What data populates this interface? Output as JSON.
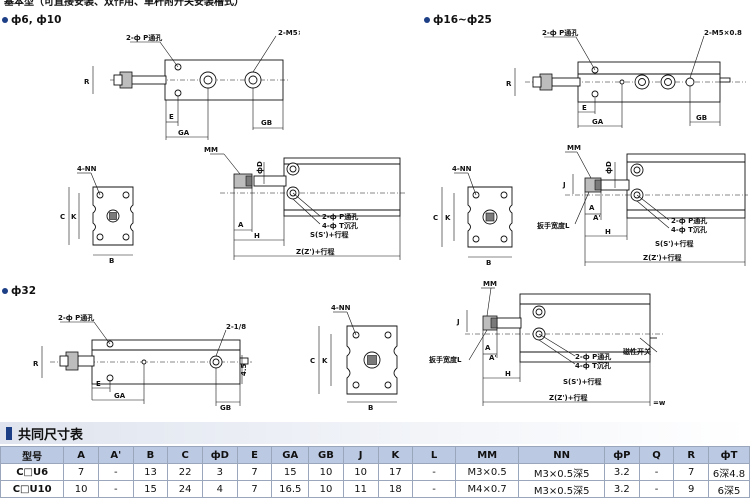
{
  "top_caption": "基本型（可直接安装、双作用、单杆附开关安装槽式）",
  "sections": {
    "s1": "ф6, ф10",
    "s2": "ф16~ф25",
    "s3": "ф32"
  },
  "labels": {
    "p_through_hole": "2-ф P通孔",
    "m5_port": "2-M5×0.8",
    "port_1_8": "2-1/8",
    "r": "R",
    "e": "E",
    "ga": "GA",
    "gb": "GB",
    "mm": "MM",
    "nn": "4-NN",
    "c": "C",
    "k": "K",
    "b": "B",
    "d": "фD",
    "a": "A",
    "a_prime": "A'",
    "h": "H",
    "j": "J",
    "p_hole": "2-ф P通孔",
    "t_counterbore": "4-ф T沉孔",
    "s_stroke": "S(S')+行程",
    "z_stroke": "Z(Z')+行程",
    "wrench": "扳手宽度L",
    "magnetic_switch": "磁性开关",
    "dim_4_5": "4.5",
    "w_note": "=w"
  },
  "table": {
    "title": "共同尺寸表",
    "headers": [
      "型号",
      "A",
      "A'",
      "B",
      "C",
      "фD",
      "E",
      "GA",
      "GB",
      "J",
      "K",
      "L",
      "MM",
      "NN",
      "фP",
      "Q",
      "R",
      "фT"
    ],
    "rows": [
      [
        "C□U6",
        "7",
        "-",
        "13",
        "22",
        "3",
        "7",
        "15",
        "10",
        "10",
        "17",
        "-",
        "M3×0.5",
        "M3×0.5深5",
        "3.2",
        "-",
        "7",
        "6深4.8"
      ],
      [
        "C□U10",
        "10",
        "-",
        "15",
        "24",
        "4",
        "7",
        "16.5",
        "10",
        "11",
        "18",
        "-",
        "M4×0.7",
        "M3×0.5深5",
        "3.2",
        "-",
        "9",
        "6深5"
      ]
    ]
  }
}
